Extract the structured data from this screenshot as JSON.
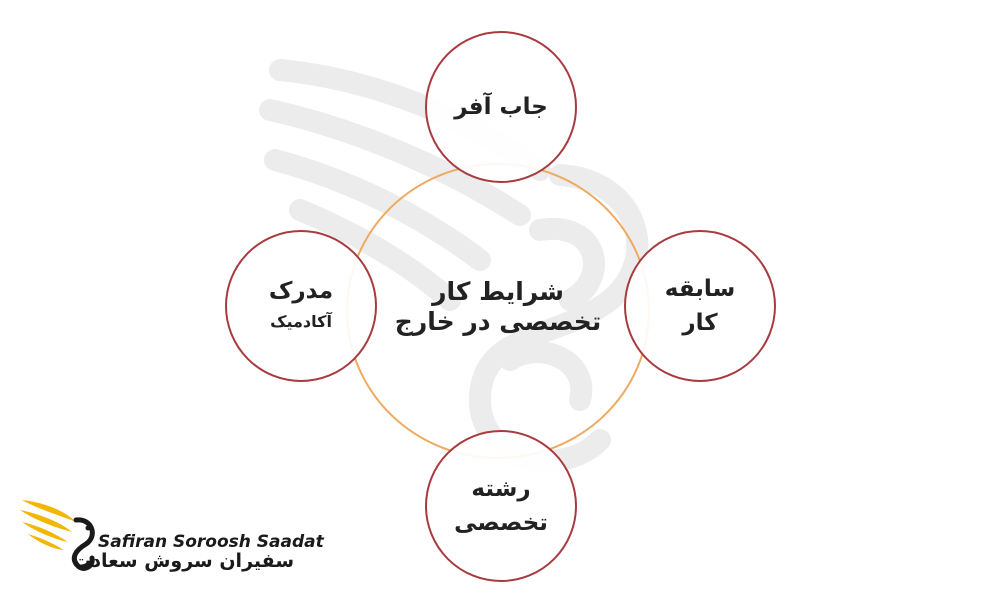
{
  "diagram": {
    "center": {
      "line1": "شرایط کار",
      "line2": "تخصصی در خارج"
    },
    "top": {
      "line1": "جاب آفر"
    },
    "right": {
      "line1": "سابقه",
      "line2": "کار"
    },
    "left": {
      "line1": "مدرک",
      "line2": "آکادمیک"
    },
    "bottom": {
      "line1": "رشته",
      "line2": "تخصصی"
    }
  },
  "logo": {
    "latin": "Safiran Soroosh Saadat",
    "persian": "سفیران سروش سعادت"
  },
  "colors": {
    "satellite_border": "#a83b3f",
    "center_border": "#f0a961",
    "logo_gold": "#f2b705",
    "text": "#222222"
  }
}
